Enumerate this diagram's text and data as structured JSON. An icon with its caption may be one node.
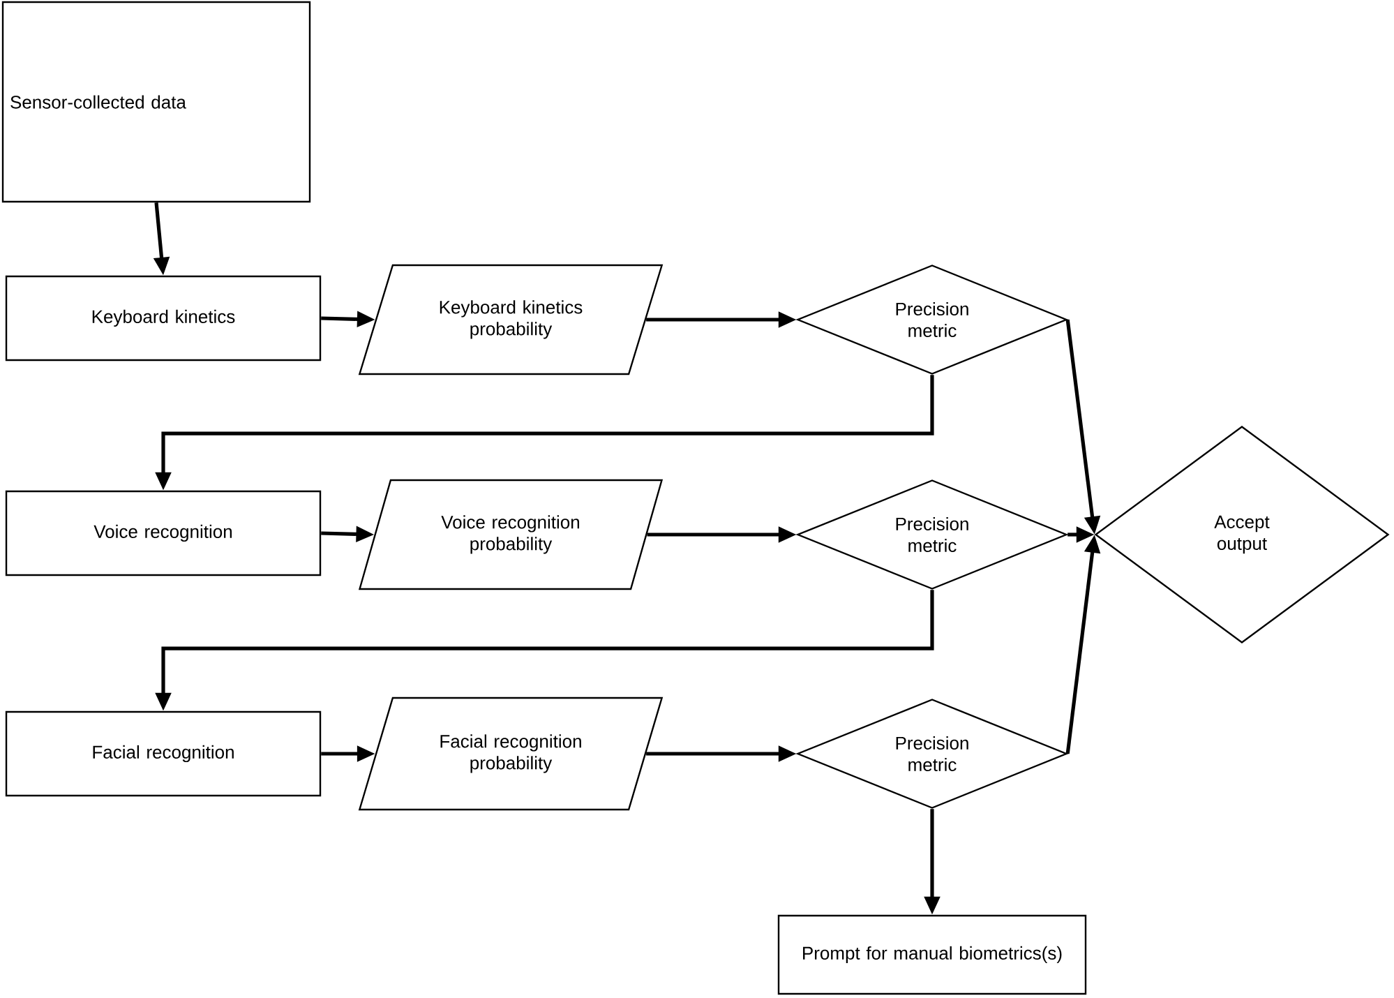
{
  "diagram": {
    "nodes": [
      {
        "text": [
          "Sensor-collected data"
        ]
      },
      {
        "text": [
          "Keyboard kinetics"
        ]
      },
      {
        "text": [
          "Keyboard kinetics probability"
        ]
      },
      {
        "text": [
          "Precision metric"
        ]
      },
      {
        "text": [
          "Voice recognition"
        ]
      },
      {
        "text": [
          "Voice recognition probability"
        ]
      },
      {
        "text": [
          "Precision metric"
        ]
      },
      {
        "text": [
          "Facial recognition"
        ]
      },
      {
        "text": [
          "Facial recognition probability"
        ]
      },
      {
        "text": [
          "Precision metric"
        ]
      },
      {
        "text": [
          "Accept output"
        ]
      },
      {
        "text": [
          "Prompt for manual biometrics(s)"
        ]
      }
    ],
    "edges": [
      {
        "from": 0,
        "to": 1,
        "arrow": "to"
      },
      {
        "from": 1,
        "to": 2,
        "arrow": "to"
      },
      {
        "from": 2,
        "to": 3,
        "arrow": "to"
      },
      {
        "from": 3,
        "to": 4,
        "arrow": "to"
      },
      {
        "from": 3,
        "to": 10,
        "arrow": "to"
      },
      {
        "from": 4,
        "to": 5,
        "arrow": "to"
      },
      {
        "from": 5,
        "to": 6,
        "arrow": "to"
      },
      {
        "from": 6,
        "to": 7,
        "arrow": "to"
      },
      {
        "from": 6,
        "to": 10,
        "arrow": "to"
      },
      {
        "from": 7,
        "to": 8,
        "arrow": "to"
      },
      {
        "from": 8,
        "to": 9,
        "arrow": "to"
      },
      {
        "from": 9,
        "to": 10,
        "arrow": "to"
      },
      {
        "from": 9,
        "to": 11,
        "arrow": "to"
      }
    ]
  }
}
